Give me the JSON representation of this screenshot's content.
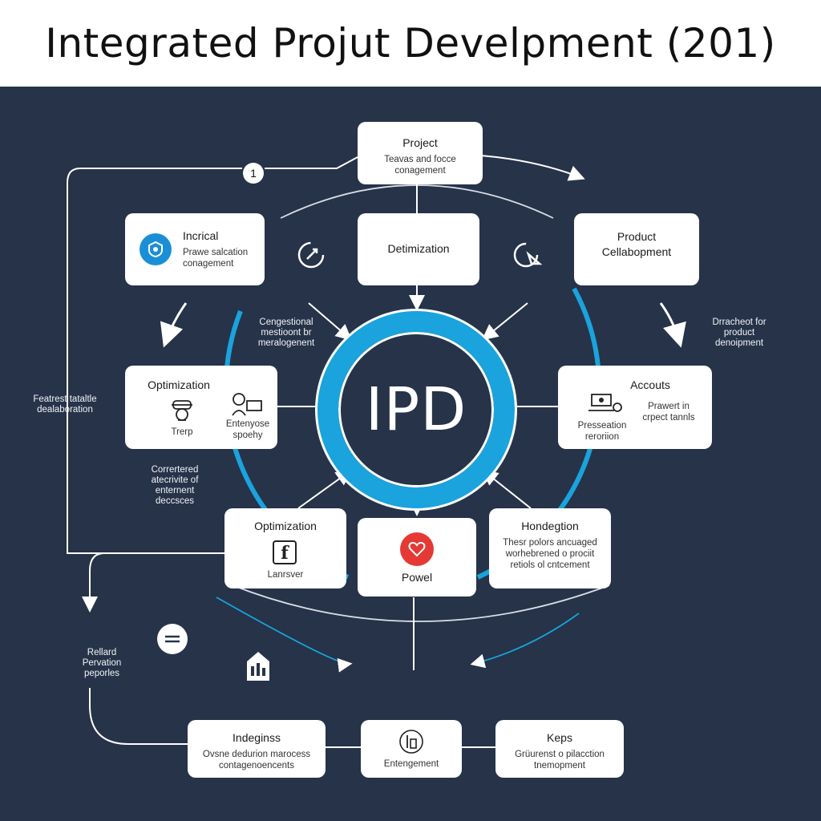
{
  "title": "Integrated Projut Develpment (201)",
  "center_label": "IPD",
  "badge_number": "1",
  "colors": {
    "background": "#263349",
    "accent": "#1aa3dc",
    "card": "#ffffff",
    "red_icon": "#e53935"
  },
  "boxes": {
    "project": {
      "title": "Project",
      "sub": "Teavas and focce conagement"
    },
    "detimization": {
      "title": "Detimization"
    },
    "product": {
      "title": "Product Cellabopment"
    },
    "incrical": {
      "title": "Incrical",
      "sub": "Prawe salcation conagement",
      "icon": "shield-icon"
    },
    "optimization_left": {
      "title": "Optimization",
      "left_caption": "Trerp",
      "right_caption": "Entenyose spoehy"
    },
    "accouts": {
      "title": "Accouts",
      "left_caption": "Presseation reroriion",
      "right_caption": "Prawert in crpect tannls"
    },
    "optimization_bottom": {
      "title": "Optimization",
      "sub": "Lanrsver",
      "icon": "facebook-icon"
    },
    "powel": {
      "title": "Powel",
      "icon": "heart-icon"
    },
    "hondegtion": {
      "title": "Hondegtion",
      "sub": "Thesr polors ancuaged worhebrened o prociit retiols ol cntcement"
    },
    "indeginss": {
      "title": "Indeginss",
      "sub": "Ovsne dedurion marocess contagenoencents"
    },
    "entengement": {
      "sub": "Entengement",
      "icon": "tools-icon"
    },
    "keps": {
      "title": "Keps",
      "sub": "Grüurenst o pilacction tnemopment"
    }
  },
  "annotations": {
    "left_upper": "Cengestional mestioont br meralogenent",
    "right_upper": "Drracheot for product denoipment",
    "far_left": "Featrest tataltle dealaboration",
    "left_lower": "Corrertered atecrivite of enternent deccsces",
    "bottom_left": "Rellard Pervation peporles"
  }
}
